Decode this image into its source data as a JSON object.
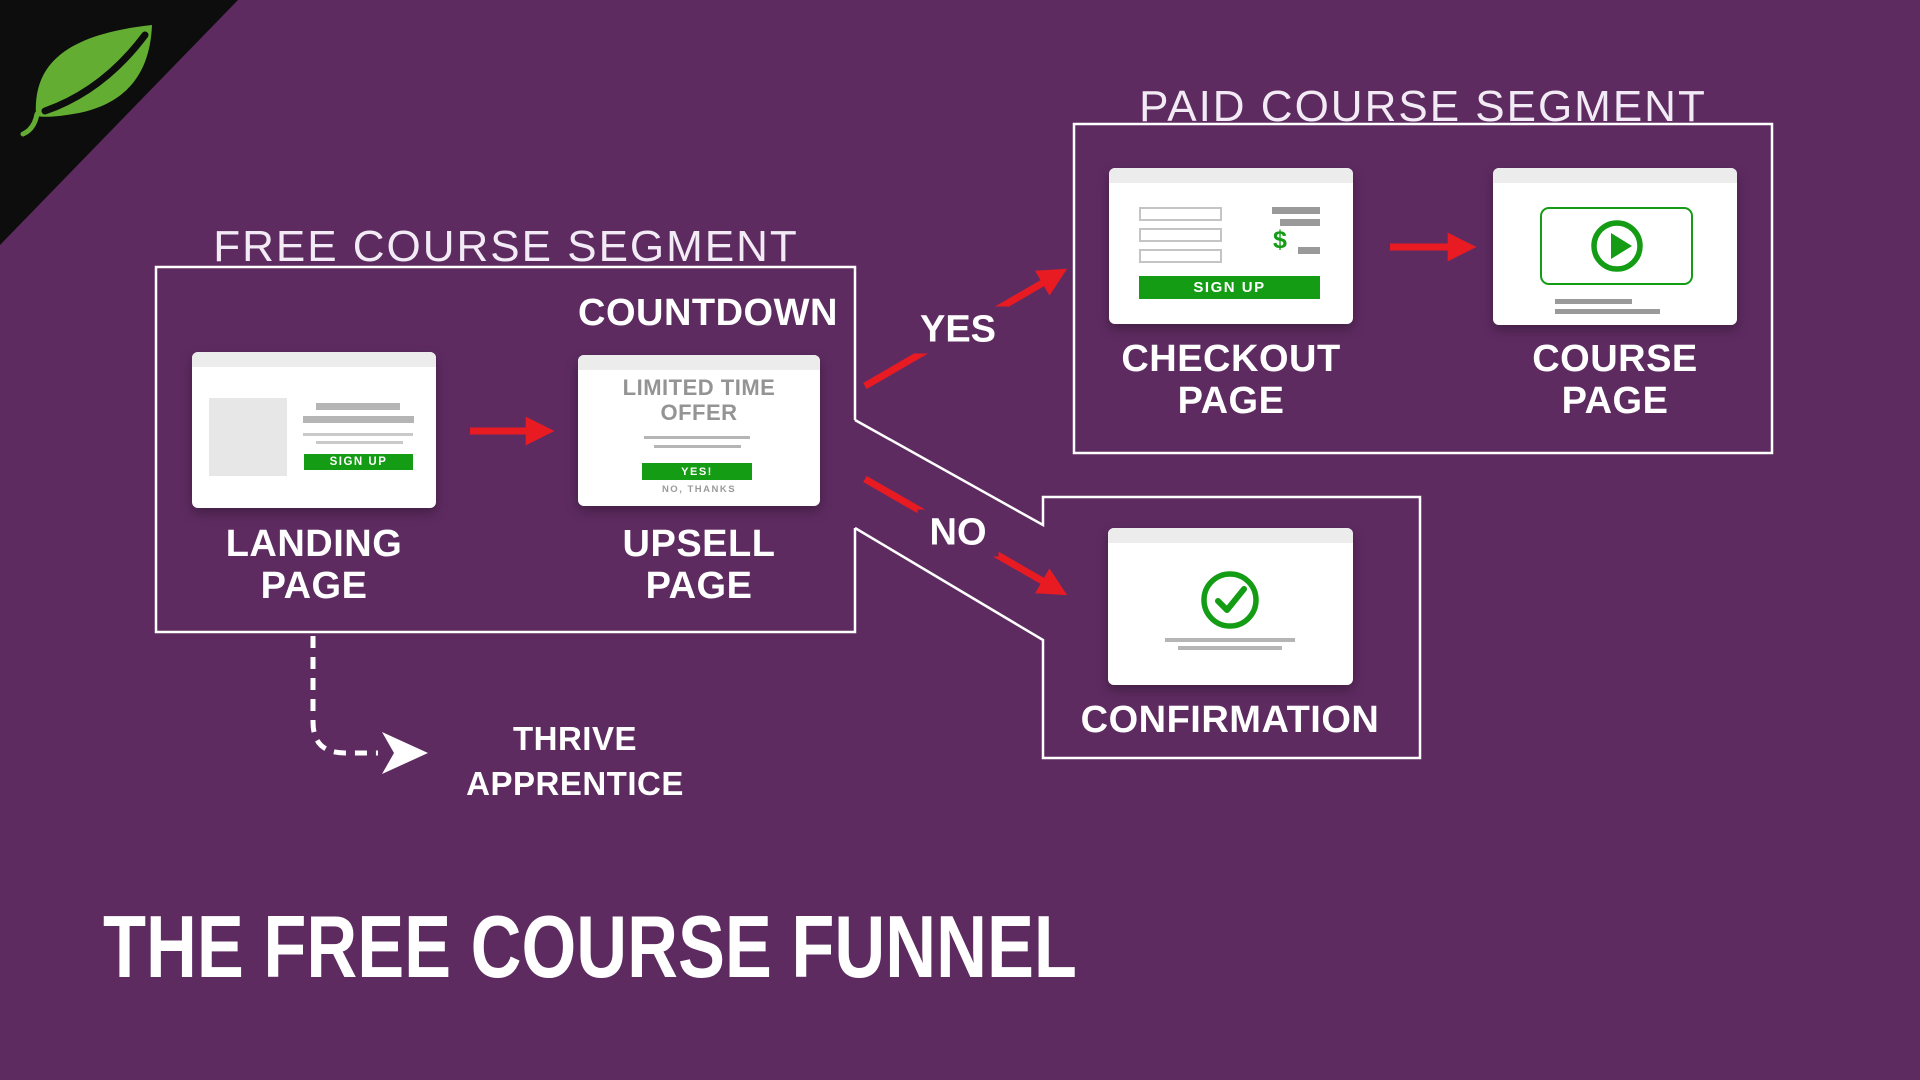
{
  "colors": {
    "background": "#5e2b61",
    "accent_red": "#e91b22",
    "brand_green": "#149c14",
    "outline_white": "#ffffff",
    "corner_black": "#0d0d0d",
    "leaf_green": "#64ad33"
  },
  "brand": {
    "logo": "leaf-icon"
  },
  "segments": {
    "free": {
      "label": "FREE COURSE SEGMENT"
    },
    "paid": {
      "label": "PAID COURSE SEGMENT"
    }
  },
  "nodes": {
    "landing": {
      "title_line1": "LANDING",
      "title_line2": "PAGE",
      "button": "SIGN UP"
    },
    "upsell": {
      "banner": "COUNTDOWN",
      "title_line1": "UPSELL",
      "title_line2": "PAGE",
      "offer_line1": "LIMITED TIME",
      "offer_line2": "OFFER",
      "accept_button": "YES!",
      "decline_link": "NO, THANKS"
    },
    "checkout": {
      "title_line1": "CHECKOUT",
      "title_line2": "PAGE",
      "button": "SIGN UP",
      "price_symbol": "$"
    },
    "course": {
      "title": "COURSE PAGE"
    },
    "confirmation": {
      "title": "CONFIRMATION"
    },
    "thrive": {
      "title_line1": "THRIVE",
      "title_line2": "APPRENTICE"
    }
  },
  "branches": {
    "yes": "YES",
    "no": "NO"
  },
  "footer": {
    "title": "THE FREE COURSE FUNNEL"
  }
}
